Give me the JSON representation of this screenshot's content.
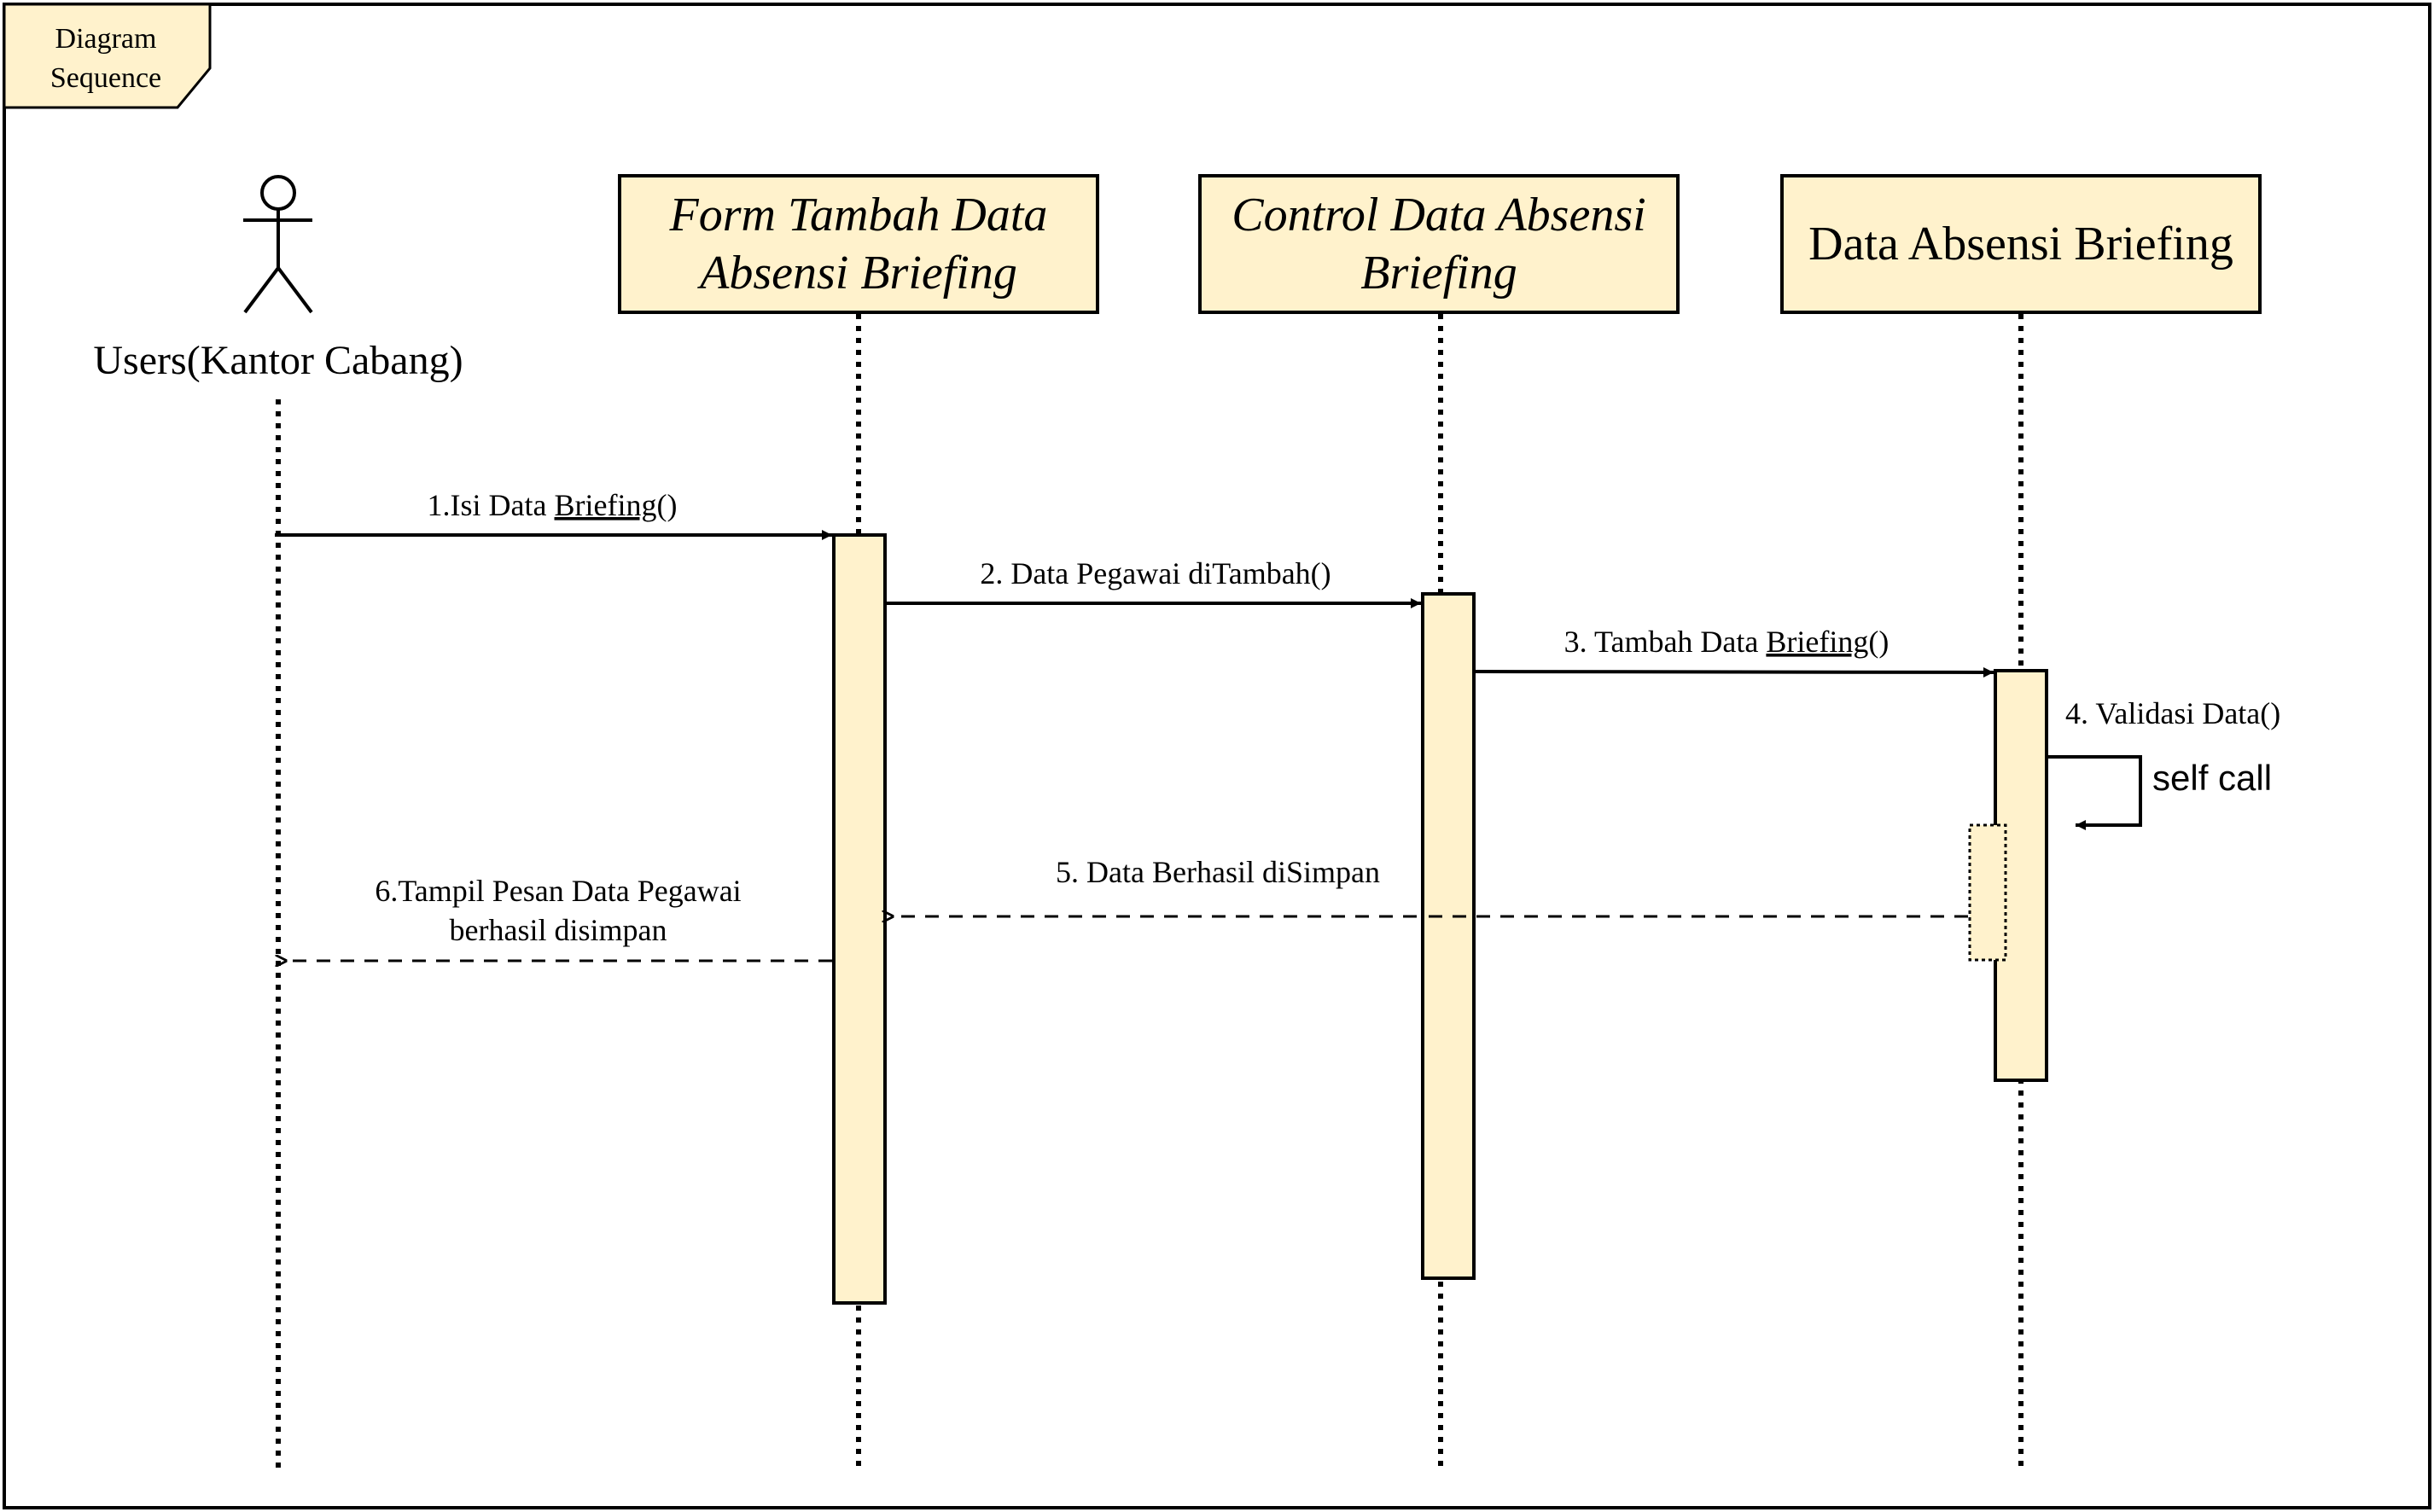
{
  "frame": {
    "title_line1": "Diagram",
    "title_line2": "Sequence"
  },
  "actor": {
    "label": "Users(Kantor Cabang)"
  },
  "lifelines": [
    {
      "line1": "Form Tambah Data",
      "line2": "Absensi Briefing",
      "style": "italic"
    },
    {
      "line1": "Control Data Absensi",
      "line2": "Briefing",
      "style": "italic"
    },
    {
      "line1": "Data Absensi Briefing",
      "line2": "",
      "style": "normal"
    }
  ],
  "messages": {
    "m1_prefix": "1.Isi Data ",
    "m1_underlined": "Briefing",
    "m1_suffix": "()",
    "m2": "2. Data Pegawai diTambah()",
    "m3_prefix": "3. Tambah Data ",
    "m3_underlined": "Briefing",
    "m3_suffix": "()",
    "m4": "4. Validasi Data()",
    "m5": "5. Data Berhasil diSimpan",
    "m6_line1": "6.Tampil Pesan Data Pegawai",
    "m6_line2": "berhasil disimpan"
  },
  "self_call_note": "self call",
  "colors": {
    "box_fill": "#fff2cc",
    "stroke": "#000000",
    "background": "#ffffff"
  }
}
